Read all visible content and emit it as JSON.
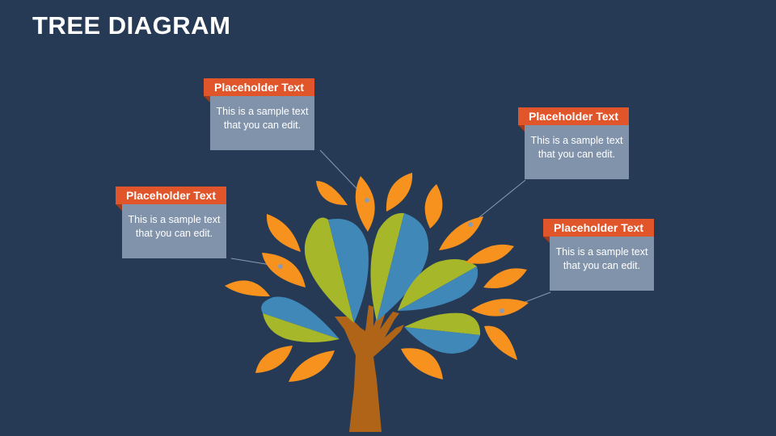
{
  "title": "TREE DIAGRAM",
  "callouts": [
    {
      "heading": "Placeholder Text",
      "text_line1": "This is a sample text",
      "text_line2": "that you can edit."
    },
    {
      "heading": "Placeholder Text",
      "text_line1": "This is a sample text",
      "text_line2": "that you can edit."
    },
    {
      "heading": "Placeholder Text",
      "text_line1": "This is a sample text",
      "text_line2": "that you can edit."
    },
    {
      "heading": "Placeholder Text",
      "text_line1": "This is a sample text",
      "text_line2": "that you can edit."
    }
  ],
  "colors": {
    "background": "#263a55",
    "header": "#e0552a",
    "box": "#8193ab",
    "leaf_orange": "#f7921e",
    "leaf_green": "#a6b72a",
    "leaf_blue": "#4088b8",
    "trunk": "#b06418"
  }
}
